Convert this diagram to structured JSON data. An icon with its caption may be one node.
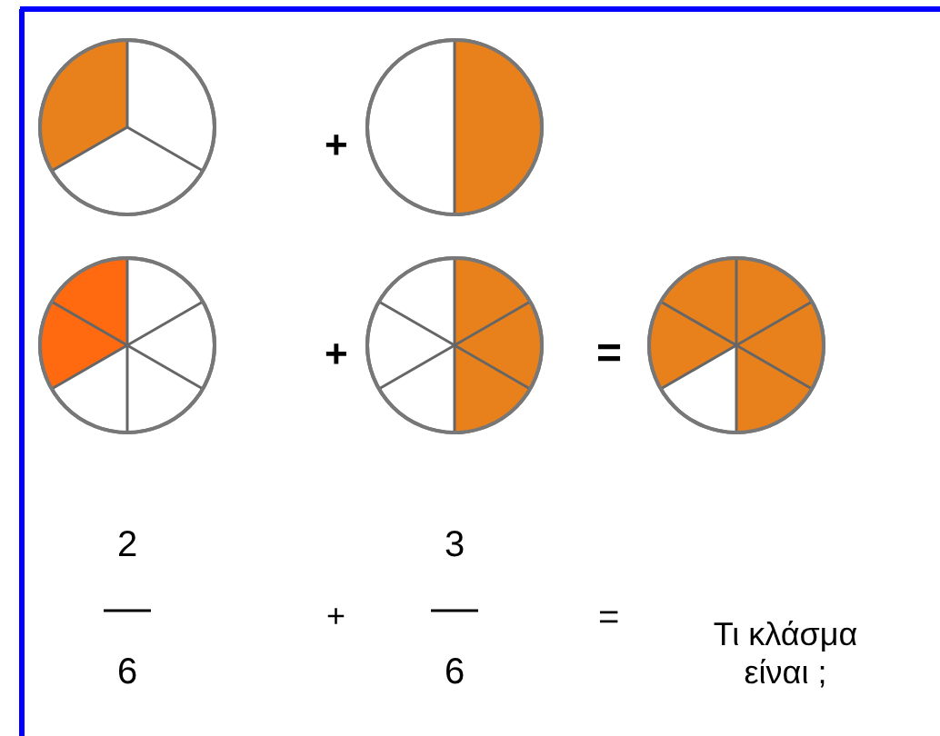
{
  "diagram": {
    "labels": [
      "+",
      "+",
      "=",
      "2",
      "6",
      "+",
      "3",
      "6",
      "=",
      "Τι κλάσμα είναι ;"
    ]
  }
}
